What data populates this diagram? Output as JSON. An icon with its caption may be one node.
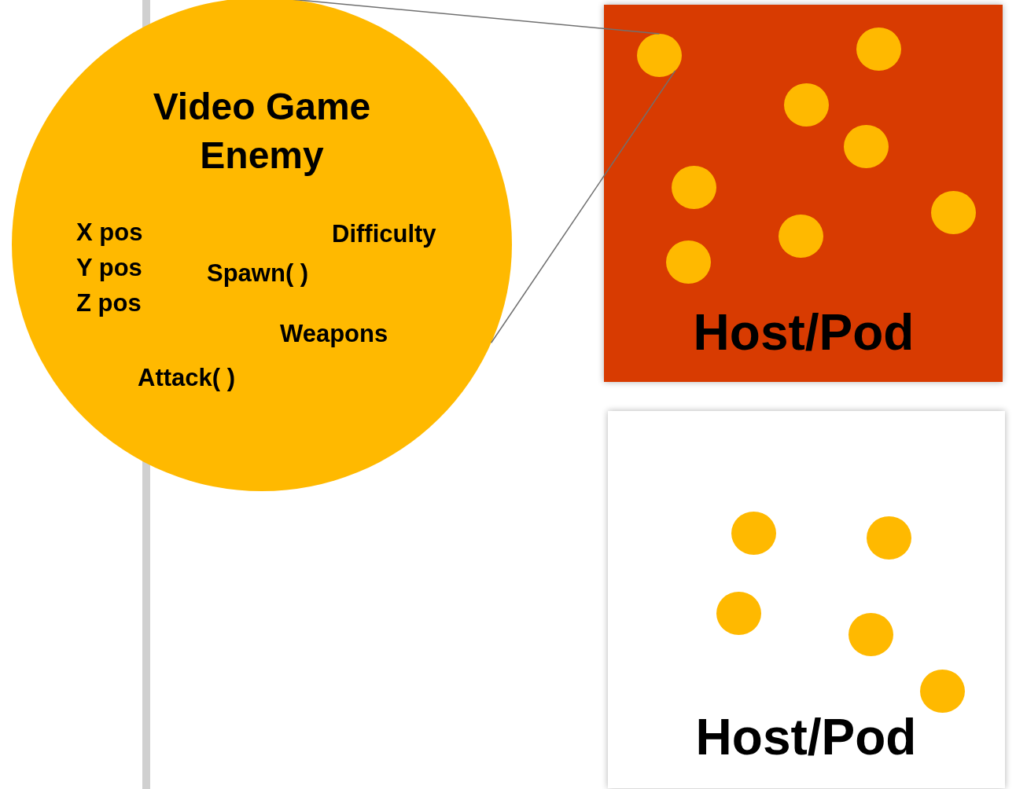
{
  "diagram": {
    "nodes": [
      {
        "text": [
          "Video Game Enemy",
          "X pos",
          "Y pos",
          "Z pos",
          "Difficulty",
          "Spawn( )",
          "Weapons",
          "Attack( )"
        ]
      },
      {
        "text": [
          "Host/Pod"
        ]
      },
      {
        "text": [],
        "shape": "circle",
        "in": 1
      },
      {
        "text": [],
        "shape": "circle",
        "in": 1
      },
      {
        "text": [],
        "shape": "circle",
        "in": 1
      },
      {
        "text": [],
        "shape": "circle",
        "in": 1
      },
      {
        "text": [],
        "shape": "circle",
        "in": 1
      },
      {
        "text": [],
        "shape": "circle",
        "in": 1
      },
      {
        "text": [],
        "shape": "circle",
        "in": 1
      },
      {
        "text": [],
        "shape": "circle",
        "in": 1
      },
      {
        "text": [
          "Host/Pod"
        ]
      },
      {
        "text": [],
        "shape": "circle",
        "in": 10
      },
      {
        "text": [],
        "shape": "circle",
        "in": 10
      },
      {
        "text": [],
        "shape": "circle",
        "in": 10
      },
      {
        "text": [],
        "shape": "circle",
        "in": 10
      },
      {
        "text": [],
        "shape": "circle",
        "in": 10
      }
    ],
    "edges": [
      {
        "from": 0,
        "to": 3,
        "arrow": "none"
      },
      {
        "from": 0,
        "to": 3,
        "arrow": "none"
      }
    ]
  }
}
